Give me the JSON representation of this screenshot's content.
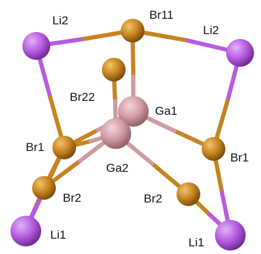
{
  "colors": {
    "bromine": "#c68322",
    "lithium": "#b75ce0",
    "gallium": "#d9a5ad",
    "label": "#111111"
  },
  "atoms": {
    "li2_left": {
      "label": "Li2",
      "element": "lithium"
    },
    "br11": {
      "label": "Br11",
      "element": "bromine"
    },
    "li2_right": {
      "label": "Li2",
      "element": "lithium"
    },
    "br22": {
      "label": "Br22",
      "element": "bromine"
    },
    "ga1": {
      "label": "Ga1",
      "element": "gallium"
    },
    "ga2": {
      "label": "Ga2",
      "element": "gallium"
    },
    "br1_left": {
      "label": "Br1",
      "element": "bromine"
    },
    "br1_right": {
      "label": "Br1",
      "element": "bromine"
    },
    "br2_left": {
      "label": "Br2",
      "element": "bromine"
    },
    "br2_right": {
      "label": "Br2",
      "element": "bromine"
    },
    "li1_left": {
      "label": "Li1",
      "element": "lithium"
    },
    "li1_right": {
      "label": "Li1",
      "element": "lithium"
    }
  }
}
